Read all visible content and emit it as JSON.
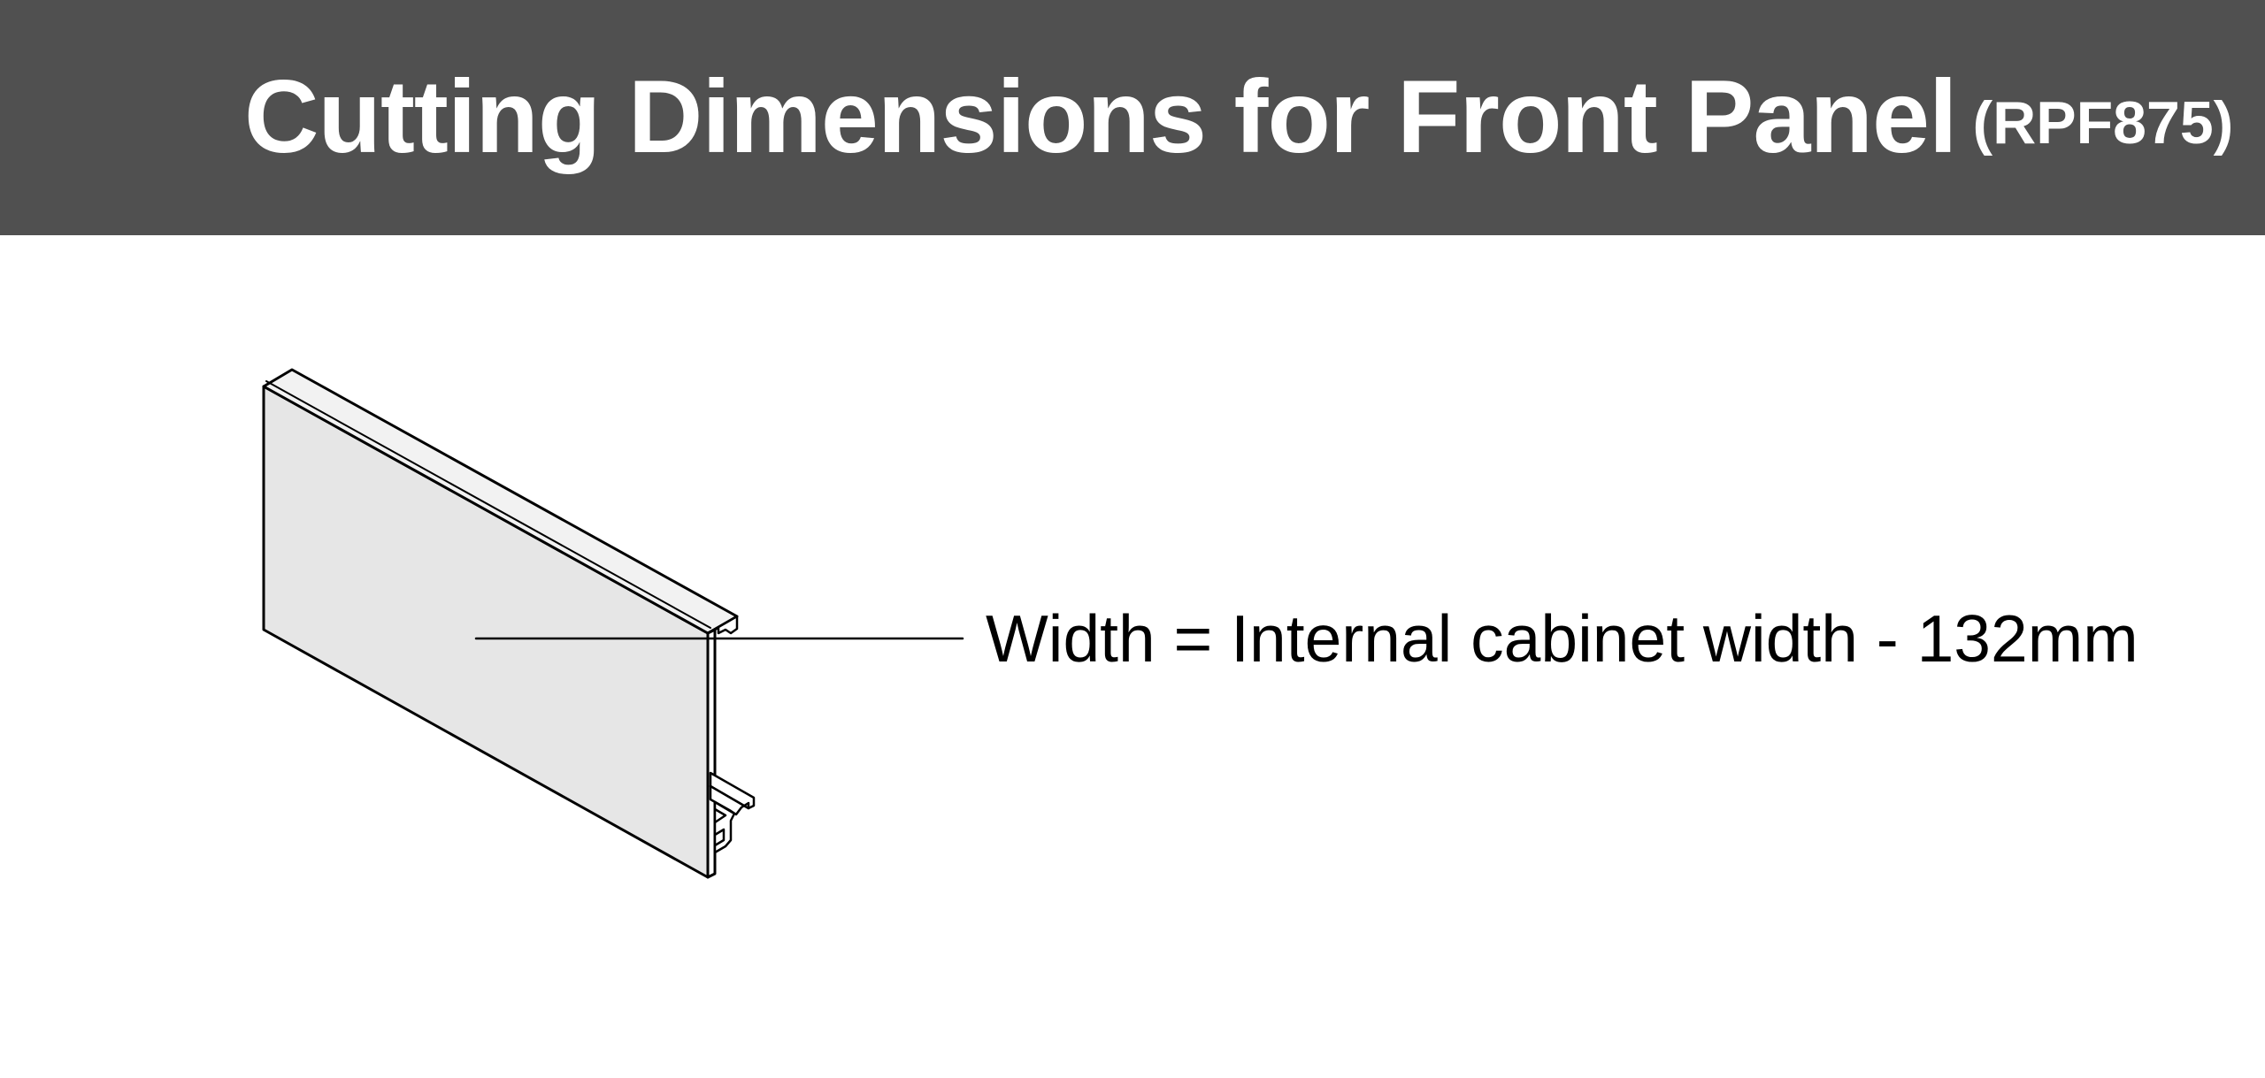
{
  "header": {
    "title": "Cutting Dimensions for Front Panel",
    "code": "(RPF875)",
    "background_color": "#505050",
    "text_color": "#ffffff"
  },
  "diagram": {
    "panel_icon": "front-panel-profile-illustration",
    "panel_fill_color": "#e6e6e6",
    "line_color": "#000000",
    "dimension_label": "Width = Internal cabinet width - 132mm"
  }
}
